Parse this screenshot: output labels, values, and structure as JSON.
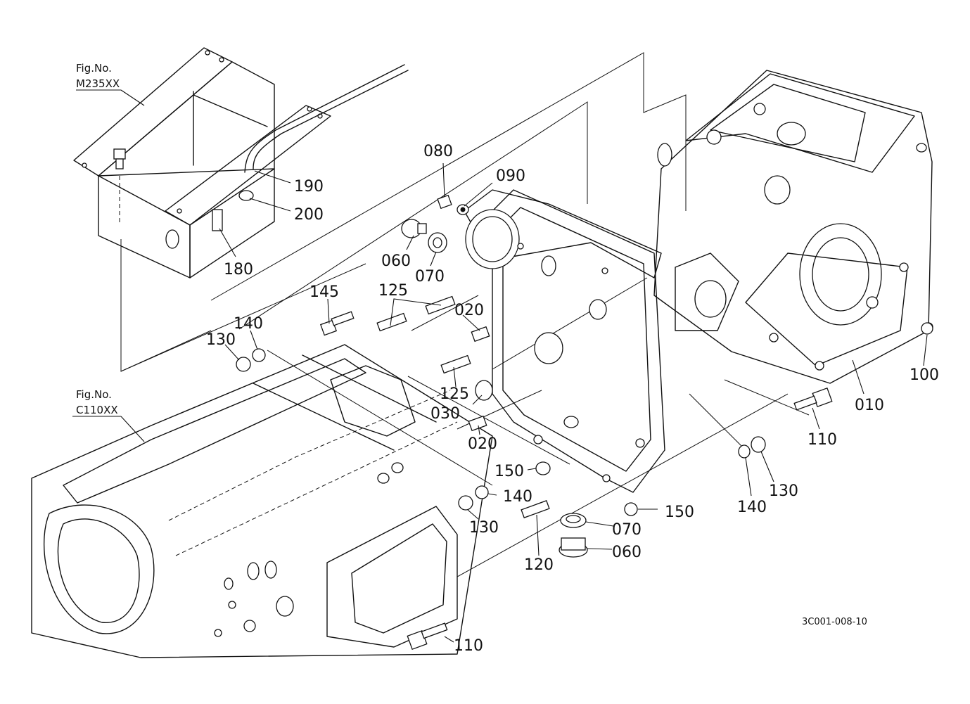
{
  "figure_refs": [
    {
      "label": "Fig.No.",
      "code": "M235XX"
    },
    {
      "label": "Fig.No.",
      "code": "C110XX"
    }
  ],
  "part_labels": [
    {
      "id": "p080",
      "text": "080"
    },
    {
      "id": "p090",
      "text": "090"
    },
    {
      "id": "p190",
      "text": "190"
    },
    {
      "id": "p200",
      "text": "200"
    },
    {
      "id": "p180",
      "text": "180"
    },
    {
      "id": "p060a",
      "text": "060"
    },
    {
      "id": "p070a",
      "text": "070"
    },
    {
      "id": "p145",
      "text": "145"
    },
    {
      "id": "p125a",
      "text": "125"
    },
    {
      "id": "p020a",
      "text": "020"
    },
    {
      "id": "p140a",
      "text": "140"
    },
    {
      "id": "p130a",
      "text": "130"
    },
    {
      "id": "p125b",
      "text": "125"
    },
    {
      "id": "p030",
      "text": "030"
    },
    {
      "id": "p020b",
      "text": "020"
    },
    {
      "id": "p100",
      "text": "100"
    },
    {
      "id": "p010",
      "text": "010"
    },
    {
      "id": "p110a",
      "text": "110"
    },
    {
      "id": "p150a",
      "text": "150"
    },
    {
      "id": "p140b",
      "text": "140"
    },
    {
      "id": "p130b",
      "text": "130"
    },
    {
      "id": "p150b",
      "text": "150"
    },
    {
      "id": "p140c",
      "text": "140"
    },
    {
      "id": "p130c",
      "text": "130"
    },
    {
      "id": "p070b",
      "text": "070"
    },
    {
      "id": "p060b",
      "text": "060"
    },
    {
      "id": "p120",
      "text": "120"
    },
    {
      "id": "p110b",
      "text": "110"
    }
  ],
  "drawing_code": "3C001-008-10"
}
